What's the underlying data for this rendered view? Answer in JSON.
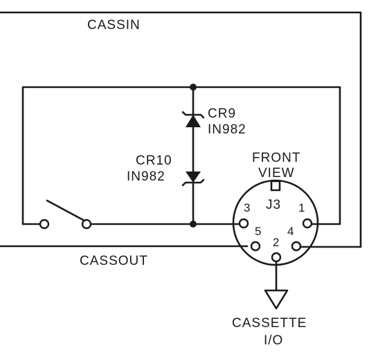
{
  "labels": {
    "cassin": "CASSIN",
    "cassout": "CASSOUT",
    "cr9": "CR9",
    "cr9_part": "IN982",
    "cr10": "CR10",
    "cr10_part": "IN982",
    "front": "FRONT",
    "view": "VIEW",
    "j3": "J3",
    "cassette": "CASSETTE",
    "io": "I/O"
  },
  "pins": {
    "p1": "1",
    "p2": "2",
    "p3": "3",
    "p4": "4",
    "p5": "5"
  }
}
